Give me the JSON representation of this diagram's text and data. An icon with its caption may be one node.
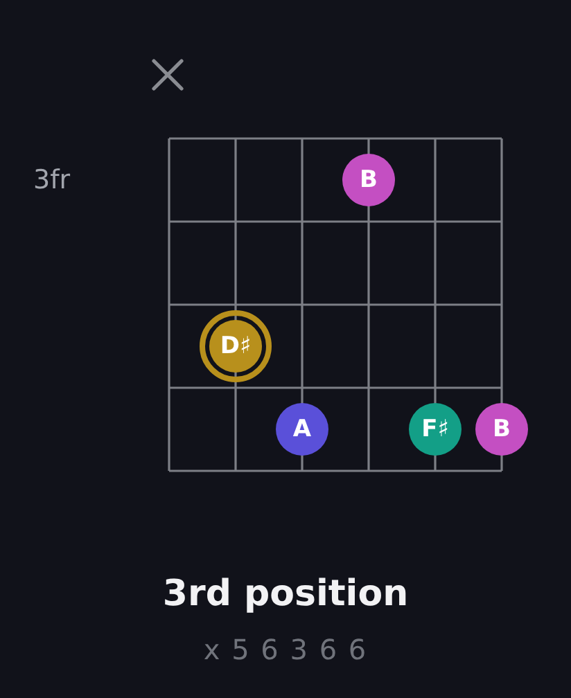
{
  "diagram": {
    "title": "3rd position",
    "nodes": [
      {
        "text": [
          "B"
        ]
      },
      {
        "text": [
          "D♯"
        ]
      },
      {
        "text": [
          "A"
        ]
      },
      {
        "text": [
          "F♯"
        ]
      },
      {
        "text": [
          "B"
        ]
      }
    ],
    "edges": [],
    "labels": [
      "3fr",
      "x 5 6 3 6 6"
    ]
  }
}
